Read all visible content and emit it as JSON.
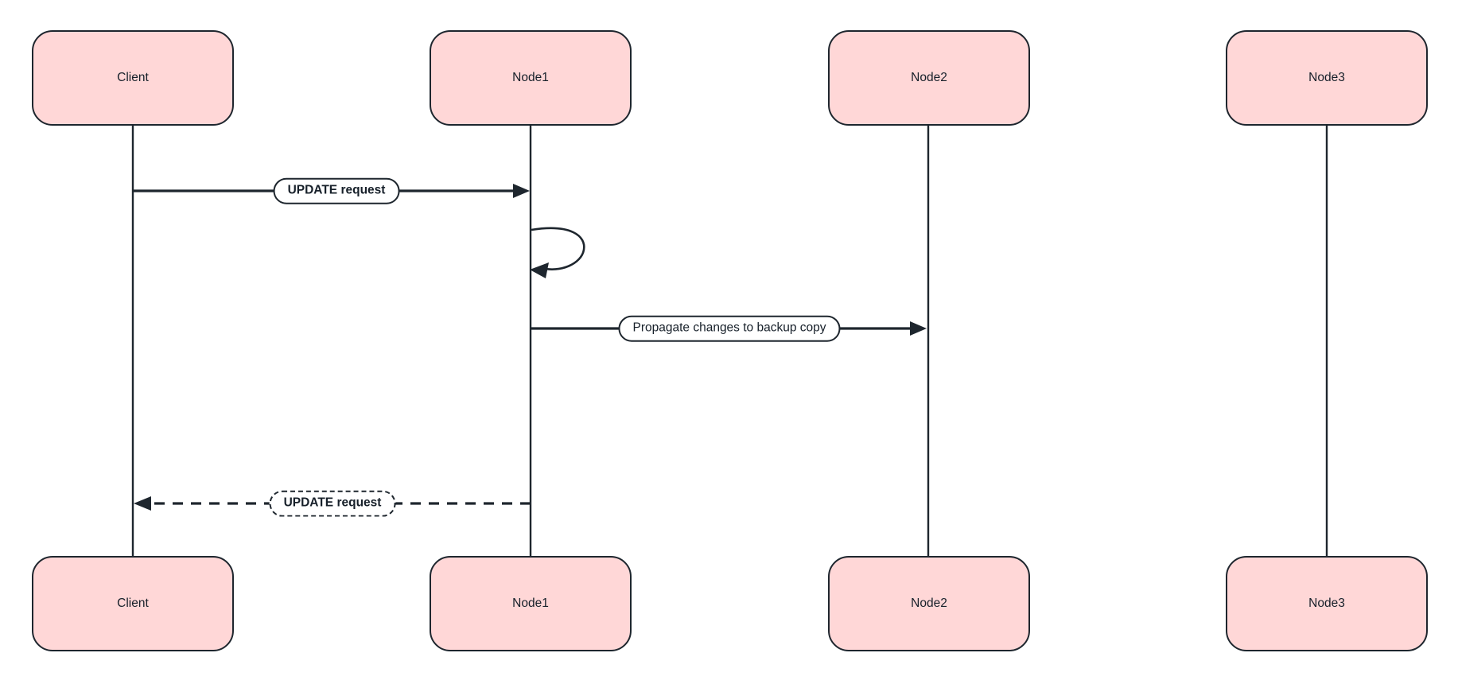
{
  "diagram": {
    "kind": "sequence-diagram",
    "actors": [
      {
        "name": "Client"
      },
      {
        "name": "Node1"
      },
      {
        "name": "Node2"
      },
      {
        "name": "Node3"
      }
    ],
    "messages": [
      {
        "from": "Client",
        "to": "Node1",
        "label": "UPDATE request",
        "line": "solid",
        "emphasis": "bold"
      },
      {
        "from": "Node1",
        "to": "Node1",
        "label": "",
        "line": "self-loop"
      },
      {
        "from": "Node1",
        "to": "Node2",
        "label": "Propagate changes to backup copy",
        "line": "solid",
        "emphasis": "normal"
      },
      {
        "from": "Node1",
        "to": "Client",
        "label": "UPDATE request",
        "line": "dashed",
        "emphasis": "bold"
      }
    ],
    "colors": {
      "actor_fill": "#FFD7D7",
      "ink": "#1E262E",
      "label_bg": "#FFFFFF",
      "canvas_bg": "#FFFFFF"
    }
  }
}
